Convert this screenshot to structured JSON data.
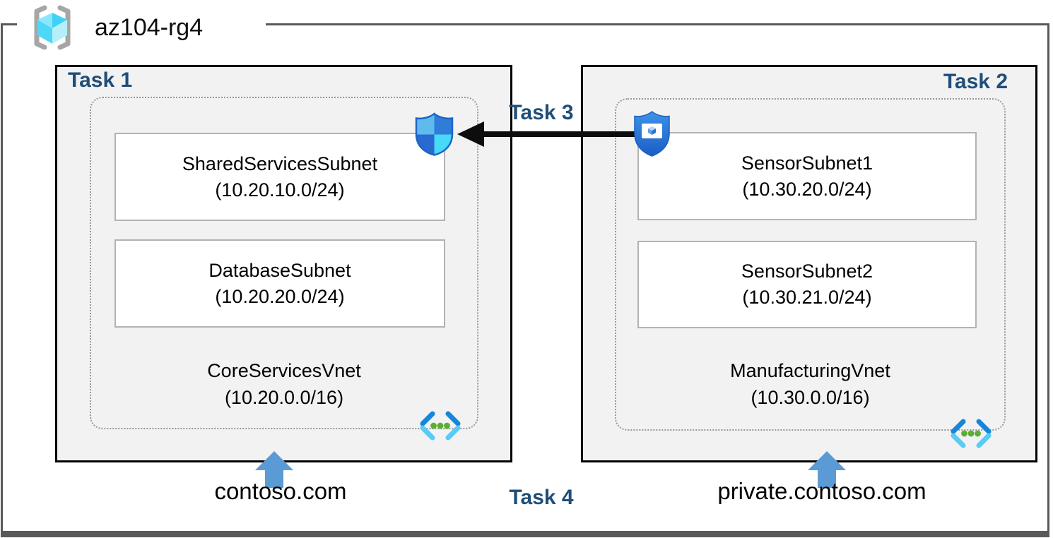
{
  "resource_group": {
    "label": "az104-rg4"
  },
  "tasks": {
    "task1": "Task 1",
    "task2": "Task 2",
    "task3": "Task 3",
    "task4": "Task 4"
  },
  "left": {
    "task_label": "Task 1",
    "vnet": {
      "name": "CoreServicesVnet",
      "cidr": "(10.20.0.0/16)"
    },
    "subnets": [
      {
        "name": "SharedServicesSubnet",
        "cidr": "(10.20.10.0/24)"
      },
      {
        "name": "DatabaseSubnet",
        "cidr": "(10.20.20.0/24)"
      }
    ],
    "domain": "contoso.com"
  },
  "right": {
    "task_label": "Task 2",
    "vnet": {
      "name": "ManufacturingVnet",
      "cidr": "(10.30.0.0/16)"
    },
    "subnets": [
      {
        "name": "SensorSubnet1",
        "cidr": "(10.30.20.0/24)"
      },
      {
        "name": "SensorSubnet2",
        "cidr": "(10.30.21.0/24)"
      }
    ],
    "domain": "private.contoso.com"
  },
  "icons": {
    "resource_group": "resource-group-icon",
    "nsg": "network-security-group-icon",
    "asg": "application-security-group-icon",
    "vnet": "virtual-network-icon",
    "up_arrow": "up-arrow-icon",
    "task3_arrow": "left-arrow-connector"
  },
  "colors": {
    "task_title": "#1f4e79",
    "box_fill": "#f2f2f2",
    "box_border": "#000000",
    "outer_border": "#595959",
    "dotted_border": "#999999",
    "subnet_border": "#b3b3b3",
    "up_arrow": "#5b9bd5",
    "connector_arrow": "#0d0d0d",
    "cyan_accent": "#3ed2f6",
    "green_dots": "#5bae32"
  }
}
